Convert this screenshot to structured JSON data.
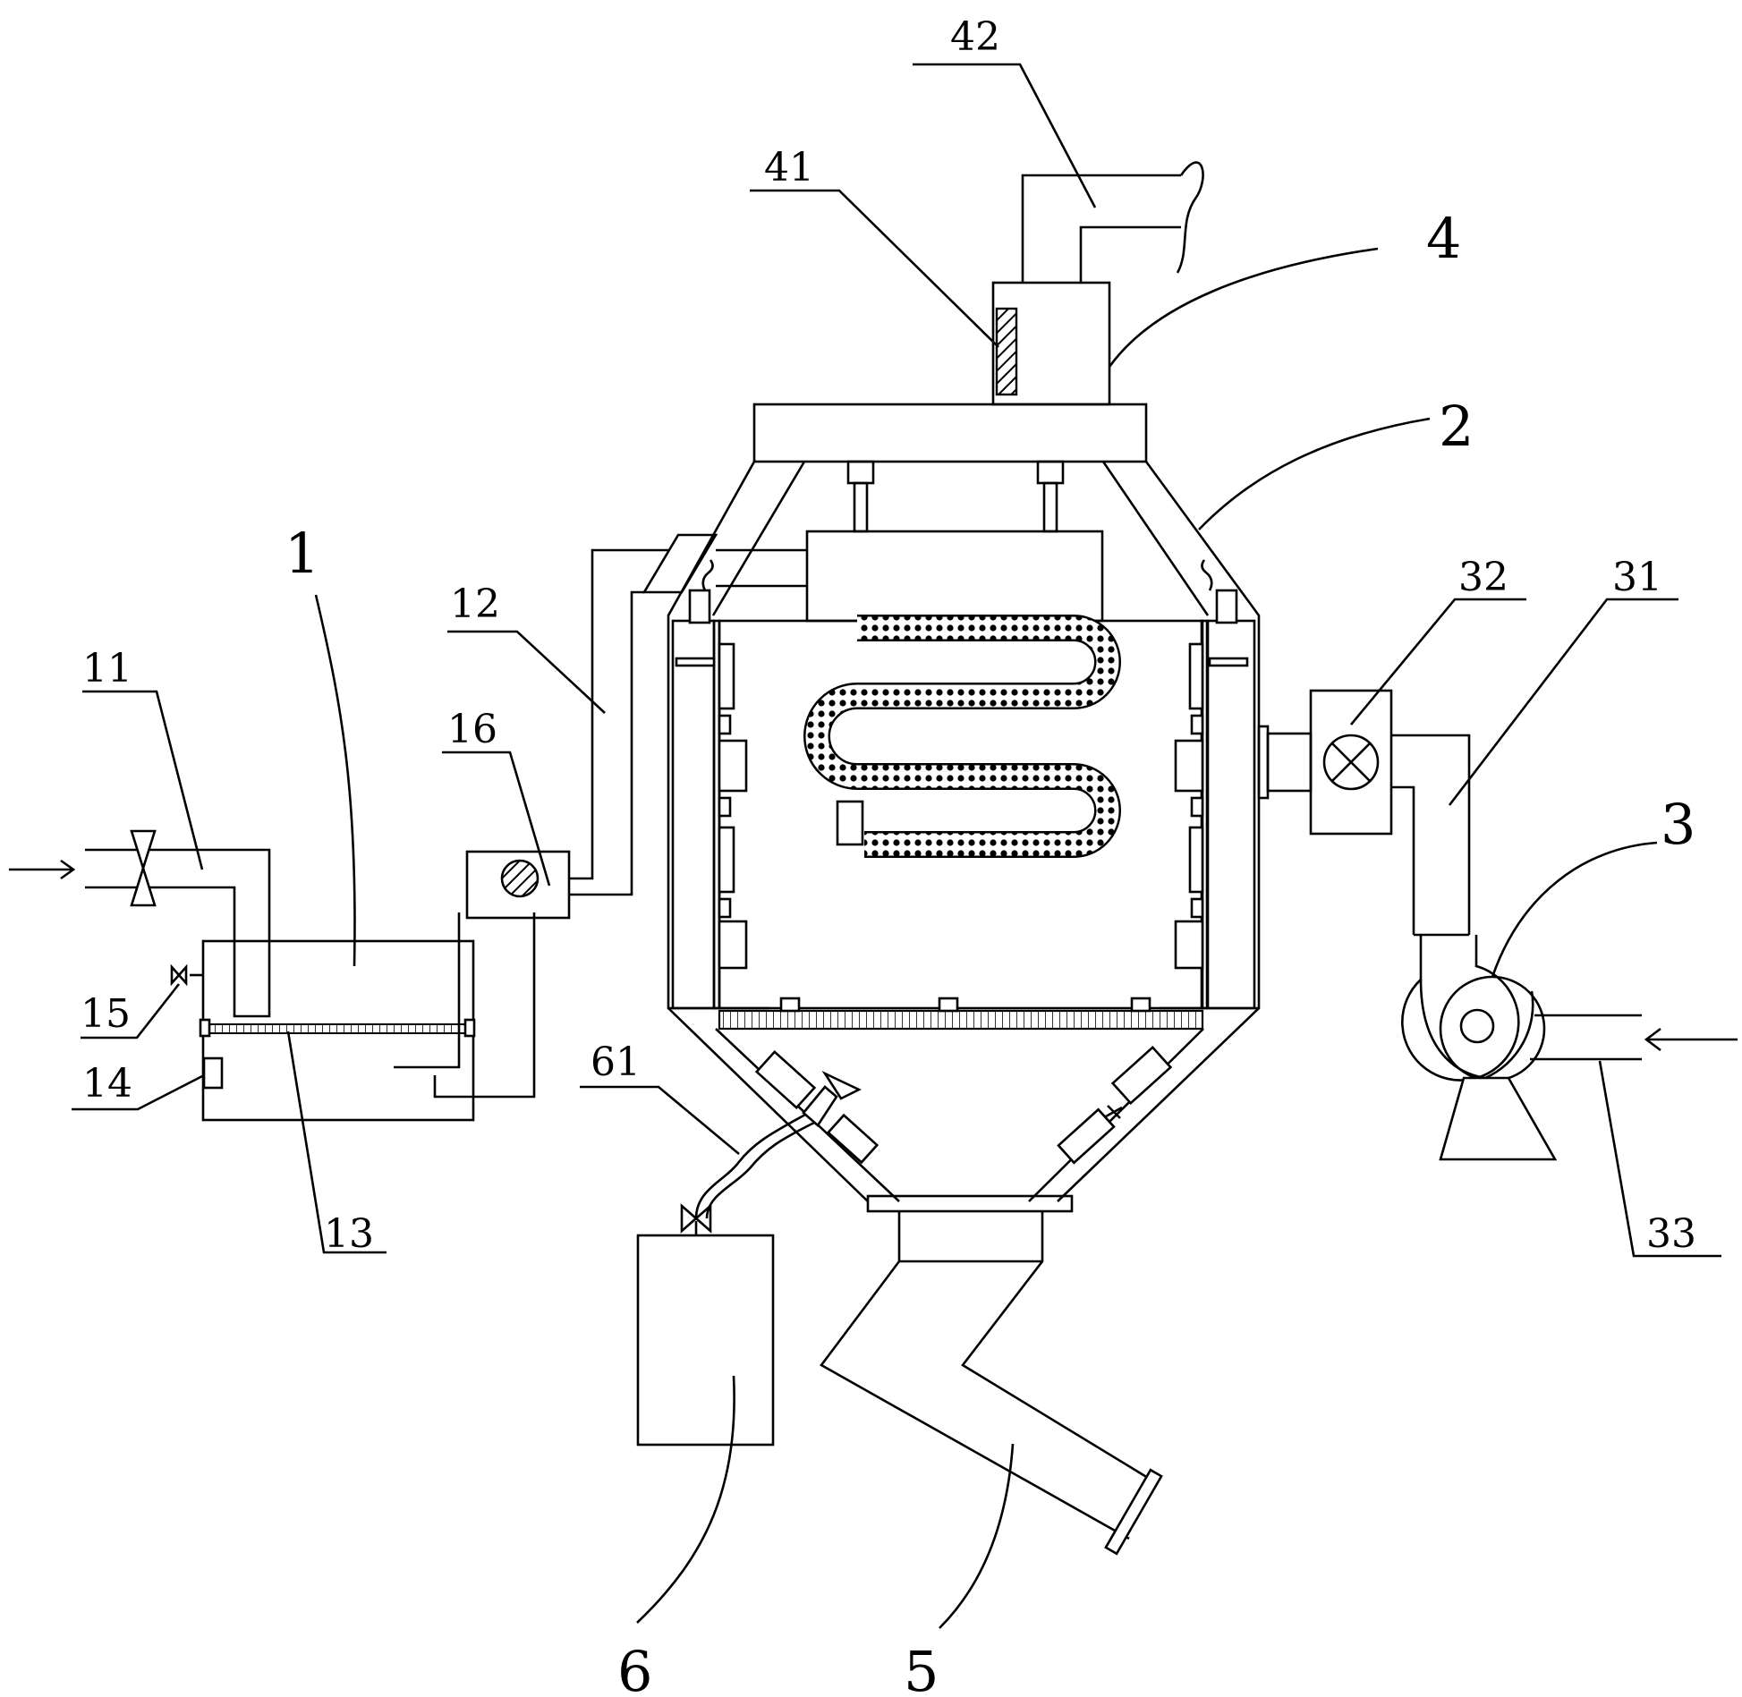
{
  "labels": {
    "l1": "1",
    "l2": "2",
    "l3": "3",
    "l4": "4",
    "l5": "5",
    "l6": "6",
    "l11": "11",
    "l12": "12",
    "l13": "13",
    "l14": "14",
    "l15": "15",
    "l16": "16",
    "l31": "31",
    "l32": "32",
    "l33": "33",
    "l41": "41",
    "l42": "42",
    "l61": "61"
  }
}
